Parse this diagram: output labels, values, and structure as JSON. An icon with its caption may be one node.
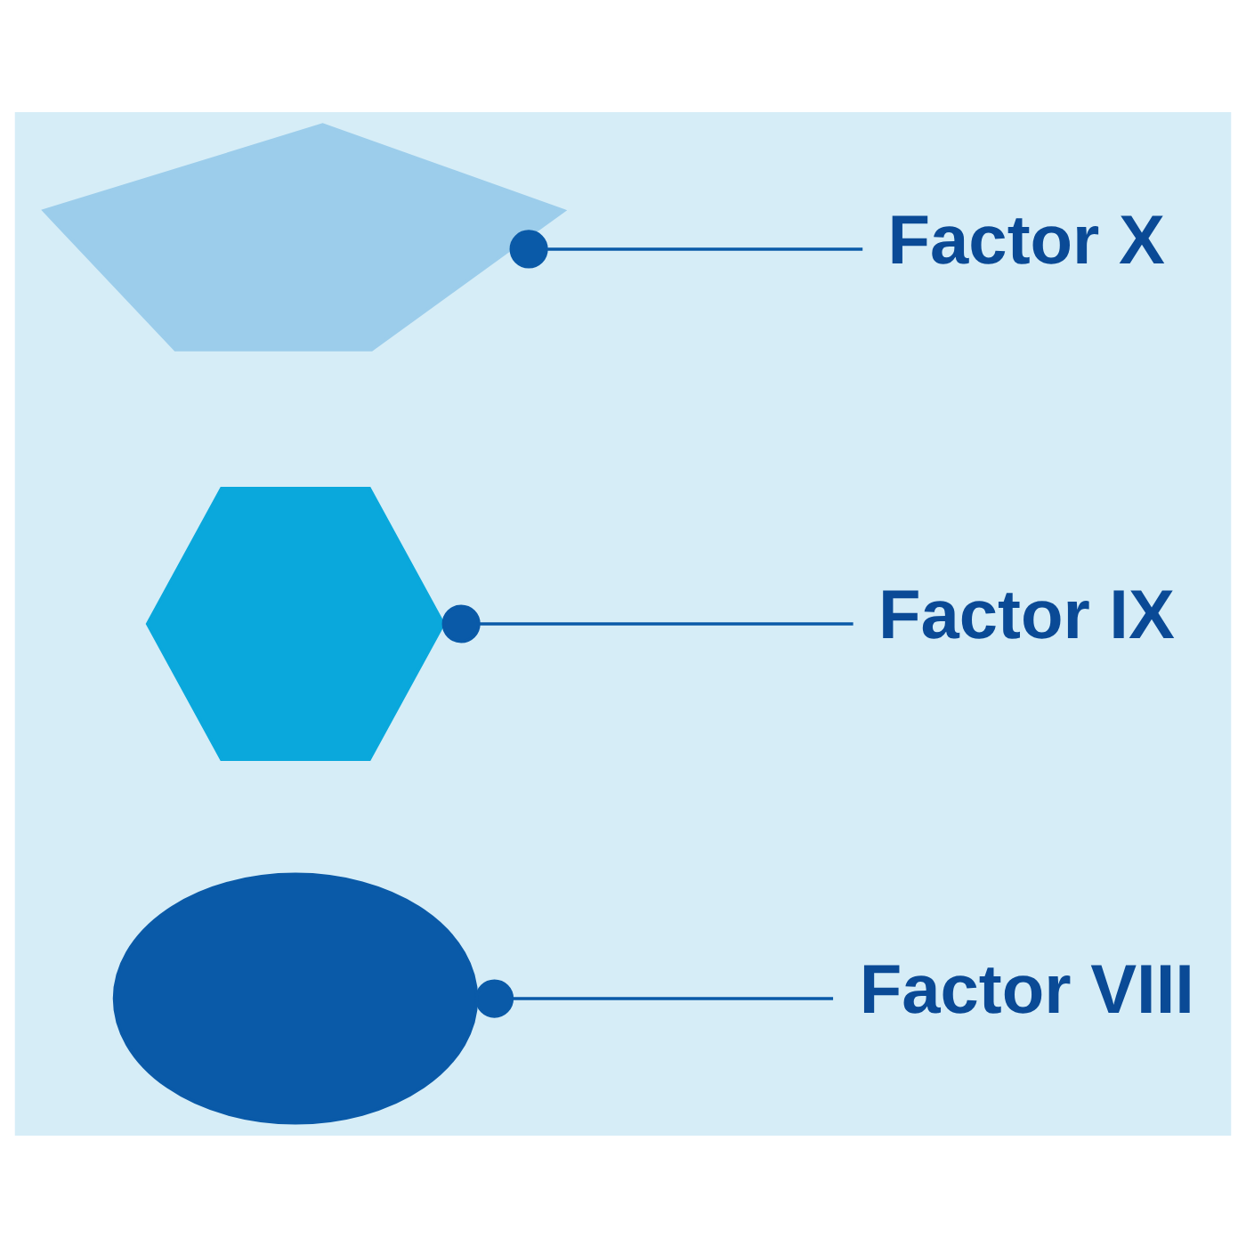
{
  "diagram": {
    "nodes": [
      {
        "text": [],
        "shape": "ellipse"
      },
      {
        "text": [
          "Factor VIII"
        ]
      },
      {
        "text": [],
        "shape": "hexagon"
      },
      {
        "text": [
          "Factor IX"
        ]
      },
      {
        "text": [],
        "shape": "blob"
      },
      {
        "text": [
          "Factor X"
        ]
      }
    ],
    "edges": [
      {
        "from": 1,
        "to": 0,
        "arrow": "other"
      },
      {
        "from": 3,
        "to": 2,
        "arrow": "other"
      },
      {
        "from": 5,
        "to": 4,
        "arrow": "other"
      }
    ]
  }
}
